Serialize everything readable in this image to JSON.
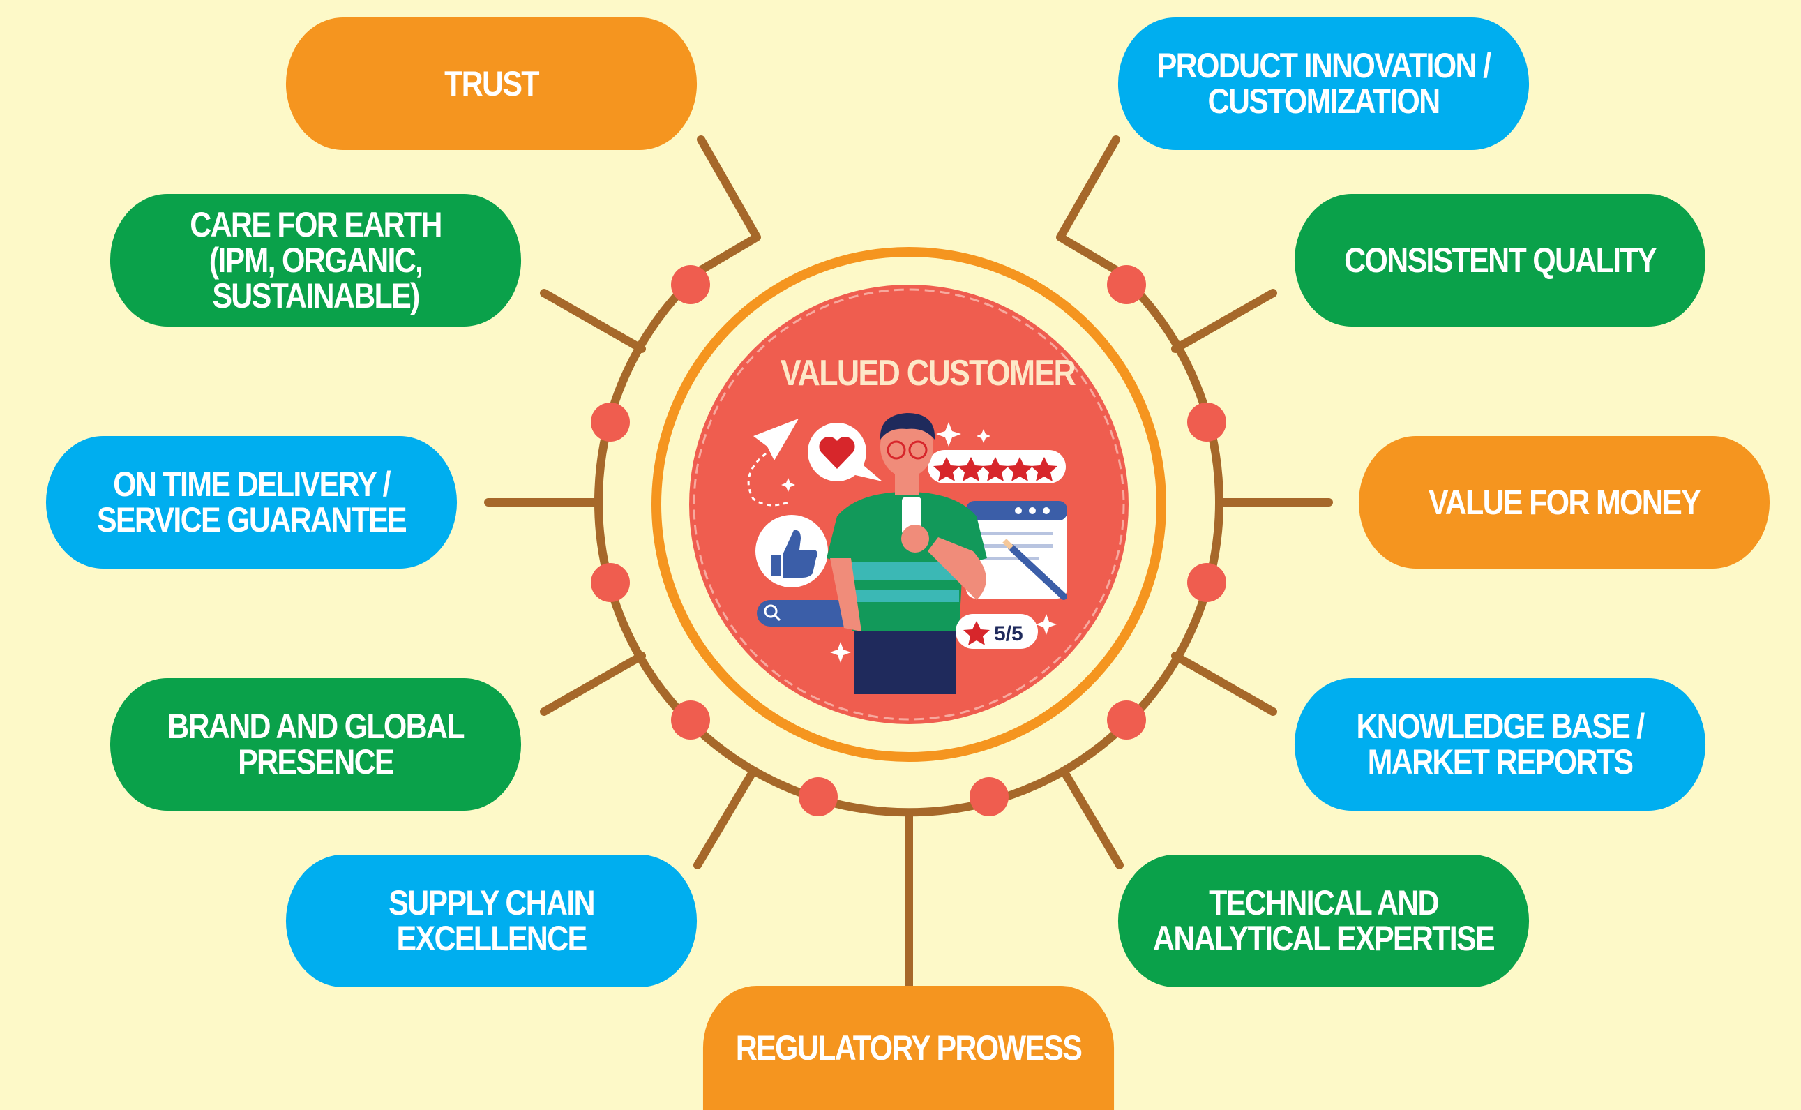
{
  "center": {
    "title": "VALUED CUSTOMER",
    "rating_badge": "5/5"
  },
  "nodes": {
    "trust": "TRUST",
    "product_innovation": "PRODUCT INNOVATION /\nCUSTOMIZATION",
    "care_for_earth": "CARE FOR EARTH\n(IPM, ORGANIC, SUSTAINABLE)",
    "consistent_quality": "CONSISTENT QUALITY",
    "on_time_delivery": "ON TIME DELIVERY /\nSERVICE GUARANTEE",
    "value_for_money": "VALUE FOR MONEY",
    "brand_global_presence": "BRAND AND GLOBAL\nPRESENCE",
    "knowledge_base": "KNOWLEDGE BASE /\nMARKET REPORTS",
    "supply_chain": "SUPPLY CHAIN\nEXCELLENCE",
    "technical_expertise": "TECHNICAL AND\nANALYTICAL EXPERTISE",
    "regulatory_prowess": "REGULATORY PROWESS"
  },
  "colors": {
    "background": "#fdf9c8",
    "orange": "#f5951f",
    "blue": "#00aeef",
    "green": "#0aa14a",
    "connector": "#a6682a",
    "dot": "#ef5d4f",
    "center_fill": "#ef5d4f",
    "ring": "#f5951f"
  },
  "icons": [
    "paper-plane-icon",
    "heart-icon",
    "star-rating-icon",
    "thumbs-up-icon",
    "search-bar-icon",
    "pencil-icon",
    "person-with-phone-icon"
  ]
}
